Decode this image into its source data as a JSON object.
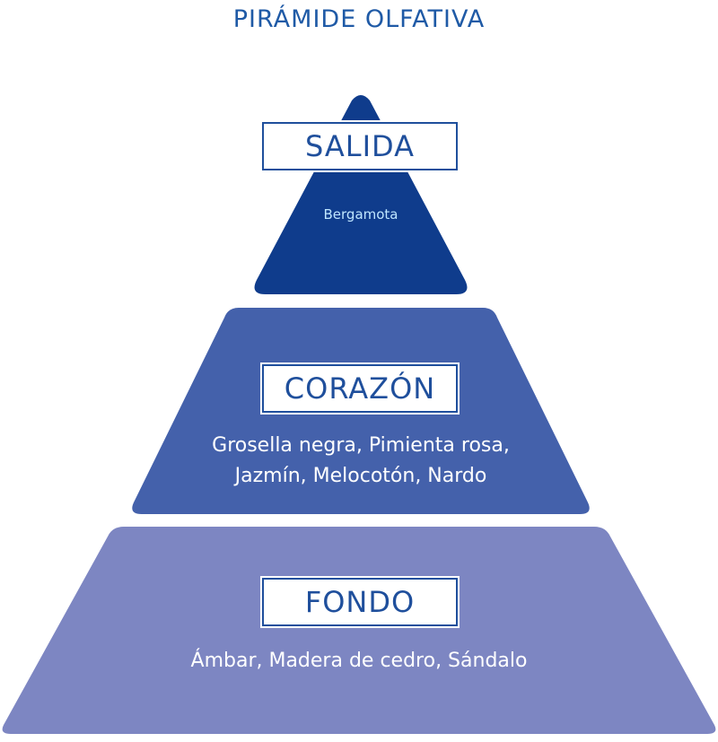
{
  "title": "PIRÁMIDE OLFATIVA",
  "colors": {
    "title": "#1f5aa6",
    "tier_top": "#0f3c8c",
    "tier_middle": "#4461ab",
    "tier_bottom": "#7d86c2",
    "label_text": "#1f4f9c"
  },
  "tiers": [
    {
      "label": "SALIDA",
      "notes_line1": "Bergamota",
      "notes_line2": ""
    },
    {
      "label": "CORAZÓN",
      "notes_line1": "Grosella negra, Pimienta rosa,",
      "notes_line2": "Jazmín, Melocotón, Nardo"
    },
    {
      "label": "FONDO",
      "notes_line1": "Ámbar, Madera de cedro, Sándalo",
      "notes_line2": ""
    }
  ]
}
